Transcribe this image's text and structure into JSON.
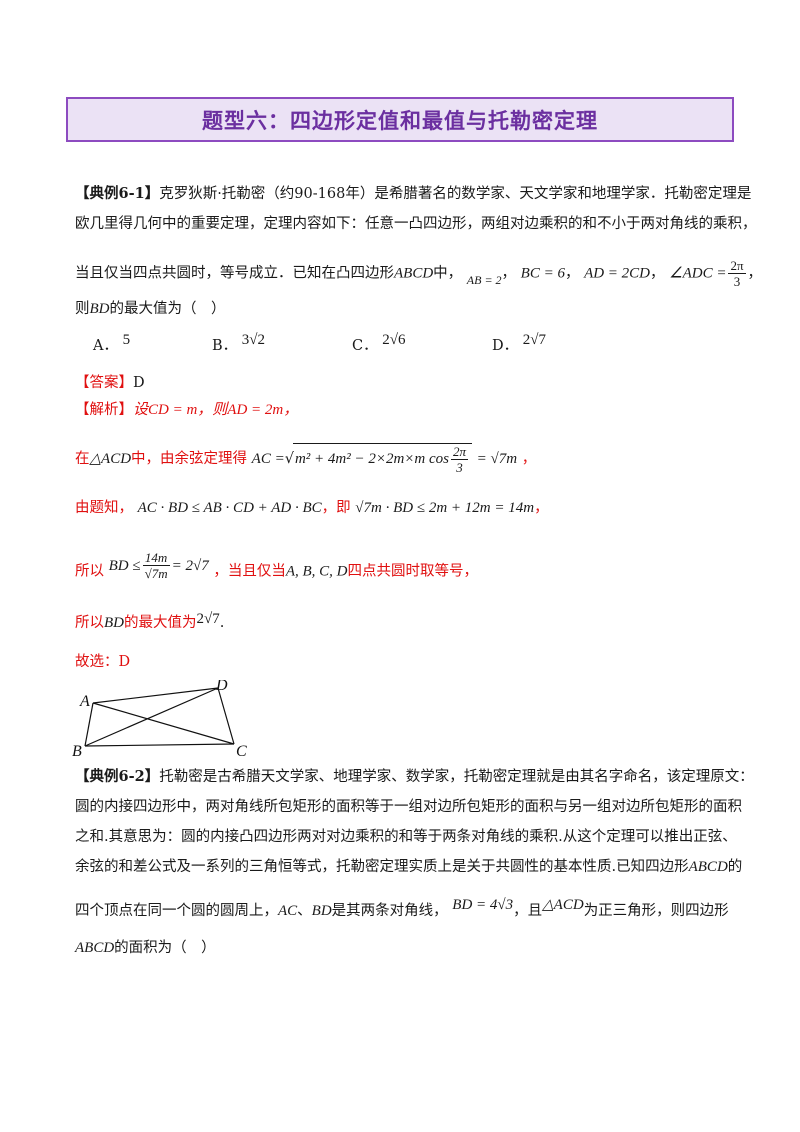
{
  "title": "题型六：四边形定值和最值与托勒密定理",
  "ex1": {
    "tag": "【典例6-1】",
    "line1": "克罗狄斯·托勒密（约90-168年）是希腊著名的数学家、天文学家和地理学家．托勒密定理是",
    "line2": "欧几里得几何中的重要定理，定理内容如下：任意一凸四边形，两组对边乘积的和不小于两对角线的乘积，",
    "line3a": "当且仅当四点共圆时，等号成立．已知在凸四边形",
    "line3b": "ABCD",
    "line3c": "中，",
    "c1": "AB = 2",
    "c2": "BC = 6",
    "c3": "AD = 2CD",
    "c4": "∠ADC =",
    "c4_num": "2π",
    "c4_den": "3",
    "line4a": "则",
    "line4b": "BD",
    "line4c": "的最大值为（　）",
    "options": [
      {
        "label": "A．",
        "value": "5"
      },
      {
        "label": "B．",
        "value": "3√2"
      },
      {
        "label": "C．",
        "value": "2√6"
      },
      {
        "label": "D．",
        "value": "2√7"
      }
    ],
    "answer_tag": "【答案】",
    "answer": "D",
    "analysis_tag": "【解析】",
    "s1": "设CD = m，则AD = 2m，",
    "s2a": "在",
    "s2b": "△ACD",
    "s2c": "中，由余弦定理得",
    "s2d": "AC =",
    "s2e": "m² + 4m² − 2×2m×m cos",
    "s2f": "2π",
    "s2g": "3",
    "s2h": "= √7m",
    "s2i": "，",
    "s3a": "由题知，",
    "s3b": "AC · BD ≤ AB · CD + AD · BC",
    "s3c": "，即",
    "s3d": "√7m · BD ≤ 2m + 12m = 14m",
    "s3e": "，",
    "s4a": "所以",
    "s4b": "BD ≤",
    "s4c": "14m",
    "s4d": "√7m",
    "s4e": "= 2√7",
    "s4f": "，当且仅当",
    "s4g": "A, B, C, D",
    "s4h": "四点共圆时取等号，",
    "s5a": "所以",
    "s5b": "BD",
    "s5c": "的最大值为",
    "s5d": "2√7",
    "s5e": ".",
    "choose": "故选：D"
  },
  "figure": {
    "A": "A",
    "B": "B",
    "C": "C",
    "D": "D"
  },
  "ex2": {
    "tag": "【典例6-2】",
    "line1": "托勒密是古希腊天文学家、地理学家、数学家，托勒密定理就是由其名字命名，该定理原文：",
    "line2": "圆的内接四边形中，两对角线所包矩形的面积等于一组对边所包矩形的面积与另一组对边所包矩形的面积",
    "line3": "之和.其意思为：圆的内接凸四边形两对对边乘积的和等于两条对角线的乘积.从这个定理可以推出正弦、",
    "line4a": "余弦的和差公式及一系列的三角恒等式，托勒密定理实质上是关于共圆性的基本性质.已知四边形",
    "line4b": "ABCD",
    "line4c": "的",
    "line5a": "四个顶点在同一个圆的圆周上，",
    "line5b": "AC",
    "line5c": "、",
    "line5d": "BD",
    "line5e": "是其两条对角线，",
    "line5f": "BD = 4√3",
    "line5g": "，且",
    "line5h": "△ACD",
    "line5i": "为正三角形，则四边形",
    "line6a": "ABCD",
    "line6b": "的面积为（　）"
  }
}
